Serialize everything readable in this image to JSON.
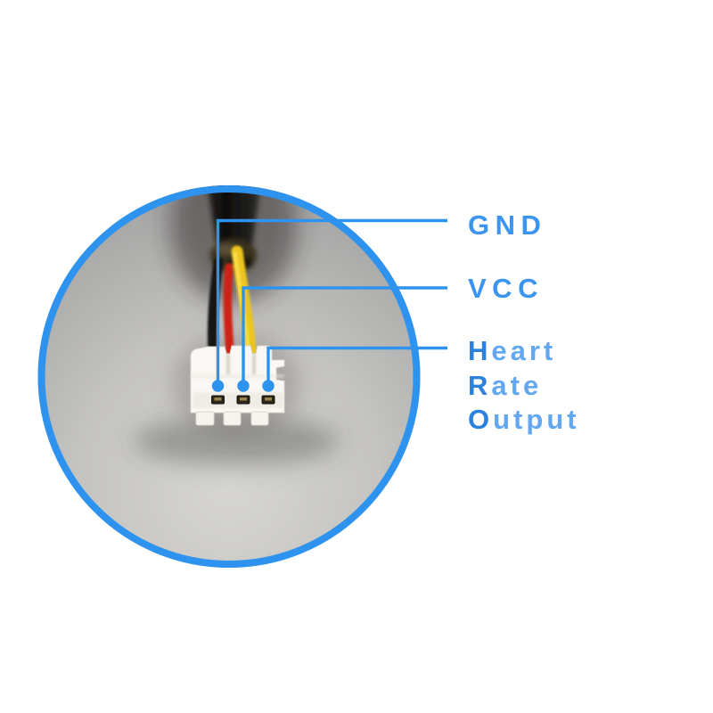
{
  "figure": {
    "kind": "connector-pinout-callout",
    "subject": "three-pin white connector with black cable, black/red/yellow wires, inside blue circular inset"
  },
  "colors": {
    "accent_blue": "#2e93ee",
    "label_blue": "#3b95ee",
    "label_lead_blue": "#2b82dd",
    "label_rest_blue": "#55a0ee",
    "circle_fill_light": "#d7d6d2",
    "circle_fill_dark": "#9e9e9e",
    "wire_black": "#171513",
    "wire_red": "#cf2418",
    "wire_yellow": "#edc51f",
    "connector_white": "#faf8f4"
  },
  "callouts": [
    {
      "id": "pin1",
      "label": "GND"
    },
    {
      "id": "pin2",
      "label": "VCC"
    },
    {
      "id": "pin3",
      "label": "Heart Rate Output",
      "lines": [
        {
          "lead": "H",
          "rest": "eart"
        },
        {
          "lead": "R",
          "rest": "ate"
        },
        {
          "lead": "O",
          "rest": "utput"
        }
      ]
    }
  ],
  "pin_count": "3"
}
